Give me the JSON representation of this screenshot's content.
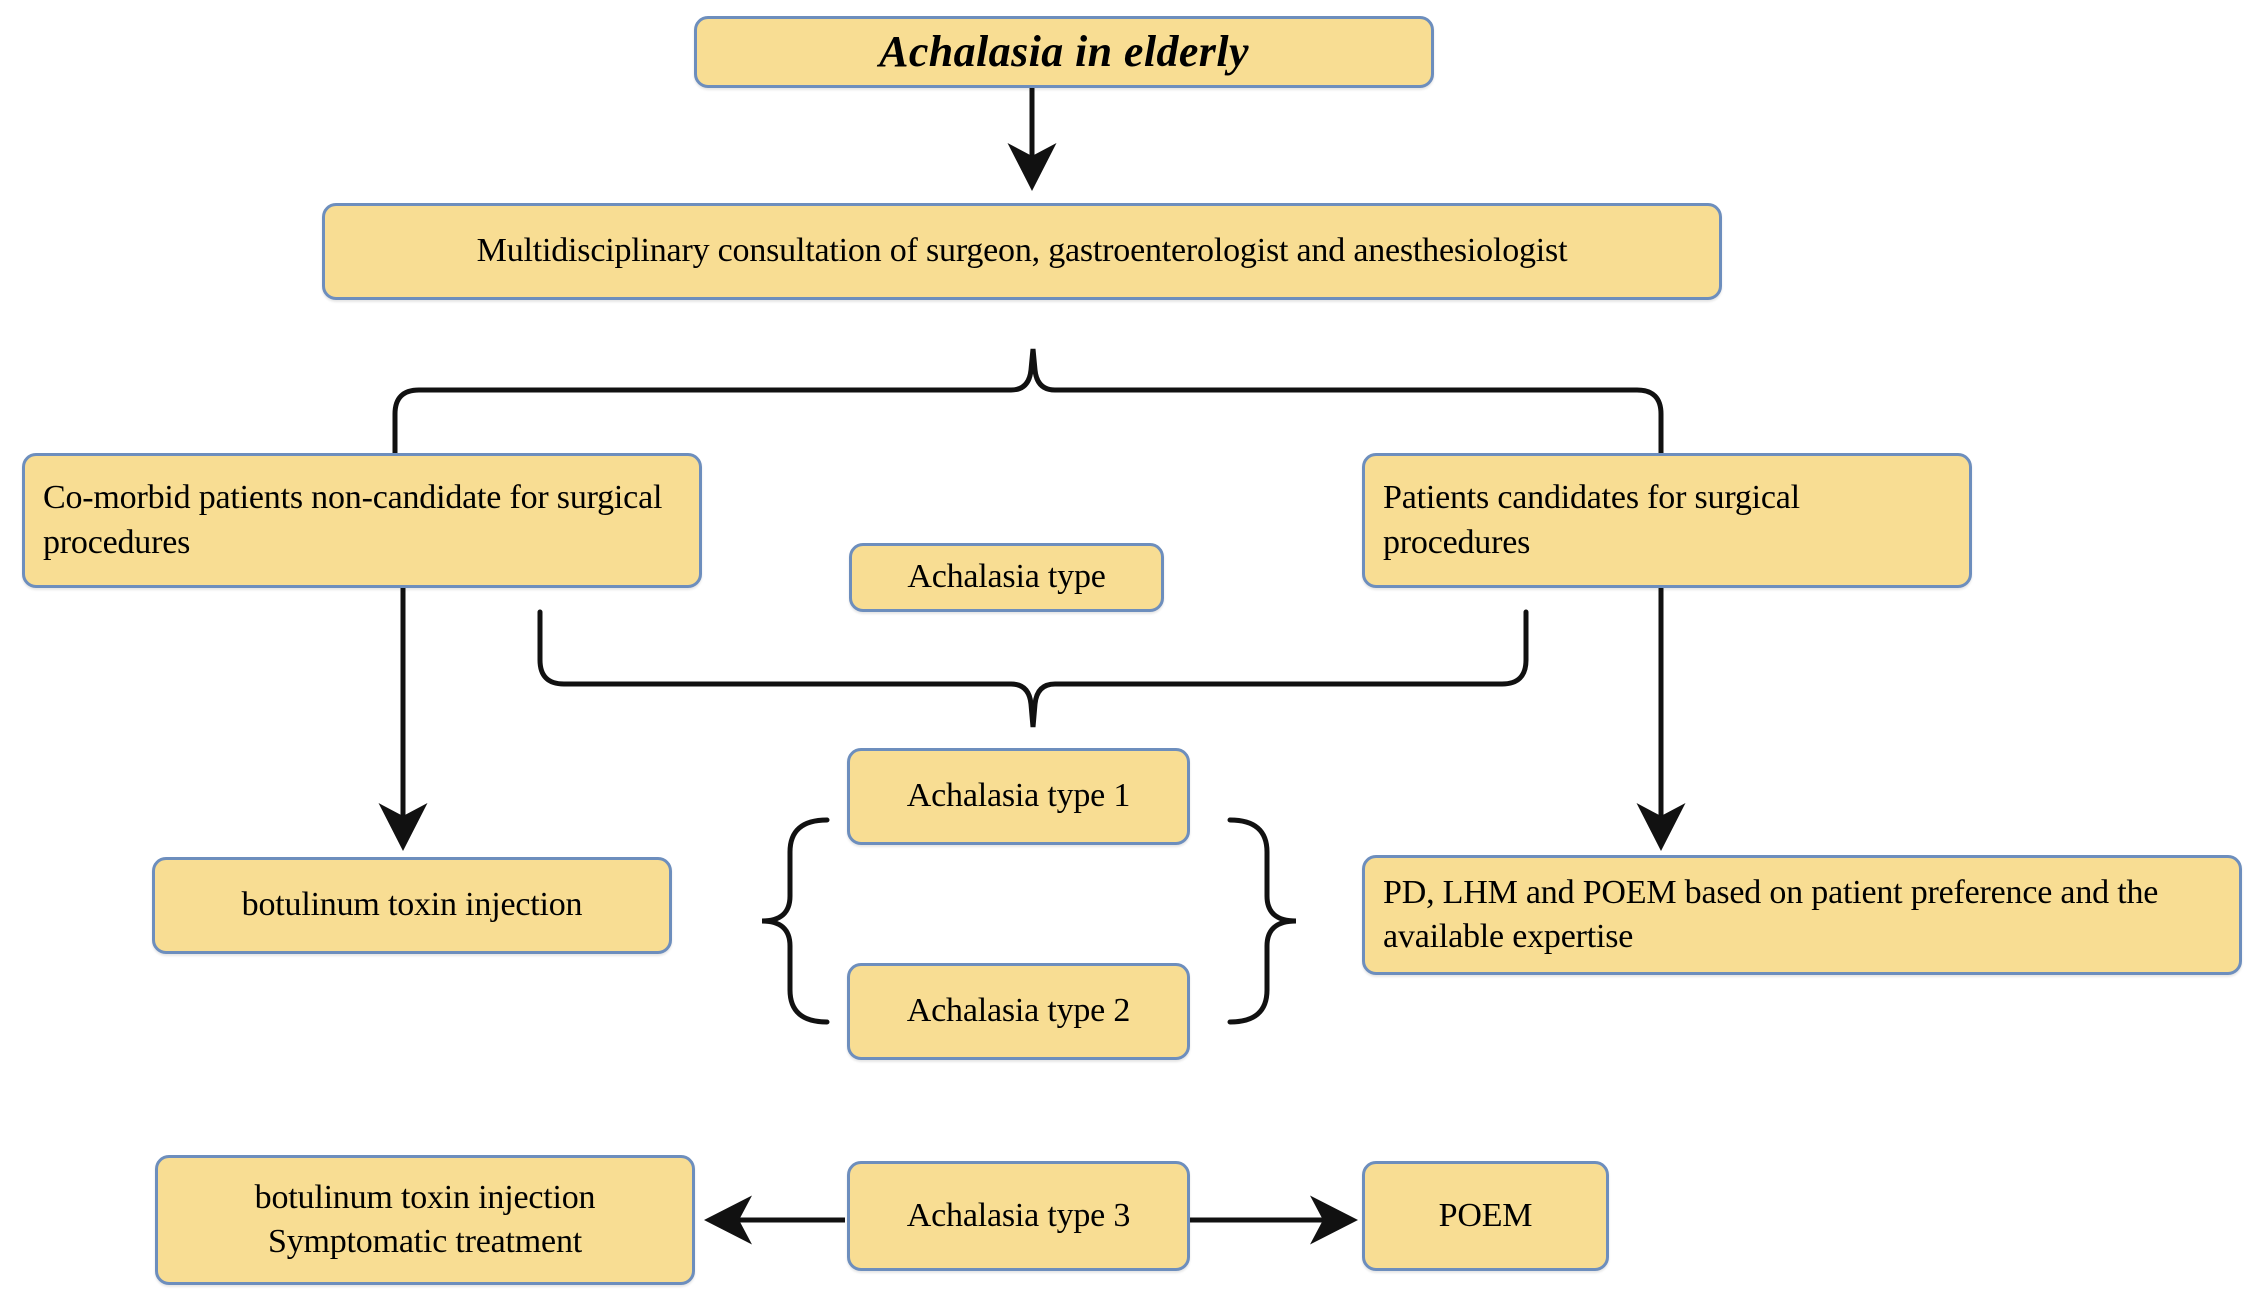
{
  "diagram": {
    "title": "Achalasia in elderly",
    "type": "flowchart",
    "palette": {
      "node_fill": "#f8dd93",
      "node_border": "#6d8ebd",
      "connector": "#111111",
      "background": "#ffffff",
      "text": "#000000"
    },
    "nodes": [
      {
        "id": "title",
        "label": "Achalasia in elderly"
      },
      {
        "id": "consult",
        "label": "Multidisciplinary consultation of surgeon, gastroenterologist and anesthesiologist"
      },
      {
        "id": "comorbid",
        "label": "Co-morbid patients non-candidate for surgical procedures"
      },
      {
        "id": "candidates",
        "label": "Patients candidates for surgical procedures"
      },
      {
        "id": "achtype",
        "label": "Achalasia type"
      },
      {
        "id": "botox",
        "label": "botulinum toxin injection"
      },
      {
        "id": "type1",
        "label": "Achalasia type 1"
      },
      {
        "id": "type2",
        "label": "Achalasia type 2"
      },
      {
        "id": "pdlhmpoem",
        "label": "PD, LHM and POEM based on  patient preference and the available expertise"
      },
      {
        "id": "botoxsympt",
        "label": "botulinum toxin injection\nSymptomatic treatment"
      },
      {
        "id": "type3",
        "label": "Achalasia type 3"
      },
      {
        "id": "poem",
        "label": "POEM"
      }
    ],
    "edges": [
      {
        "id": "e1",
        "from": "title",
        "to": "consult",
        "style": "arrow-down"
      },
      {
        "id": "e2",
        "from": "consult",
        "to": "split-top",
        "style": "brace-up"
      },
      {
        "id": "e3",
        "from": "comorbid",
        "to": "botox",
        "style": "arrow-down"
      },
      {
        "id": "e4",
        "from": "candidates",
        "to": "pdlhmpoem",
        "style": "arrow-down"
      },
      {
        "id": "e5",
        "from": "merge",
        "to": "achtype",
        "style": "brace-down"
      },
      {
        "id": "e6",
        "from": "type1+type2",
        "to": "group-left",
        "style": "brace-left"
      },
      {
        "id": "e7",
        "from": "type1+type2",
        "to": "group-right",
        "style": "brace-right"
      },
      {
        "id": "e8",
        "from": "type3",
        "to": "botoxsympt",
        "style": "arrow-left"
      },
      {
        "id": "e9",
        "from": "type3",
        "to": "poem",
        "style": "arrow-right"
      }
    ]
  }
}
